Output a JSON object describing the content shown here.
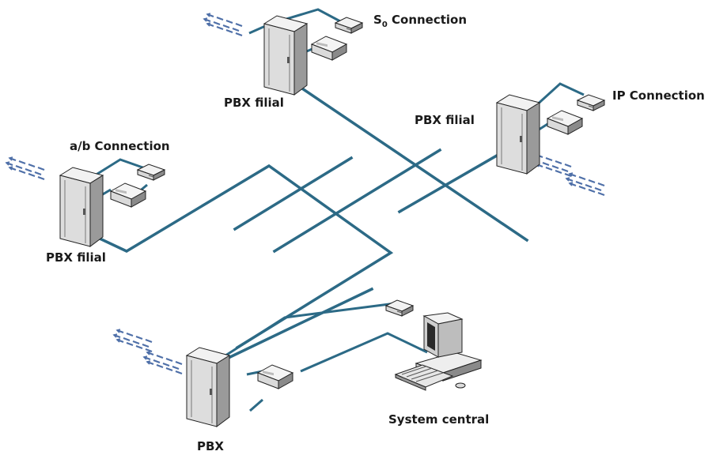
{
  "labels": {
    "s0_connection_main": "S",
    "s0_connection_sub": "0",
    "s0_connection_rest": " Connection",
    "pbx_filial_top": "PBX filial",
    "ip_connection": "IP Connection",
    "pbx_filial_right": "PBX filial",
    "ab_connection": "a/b Connection",
    "pbx_filial_left": "PBX filial",
    "system_central": "System central",
    "pbx_main": "PBX"
  },
  "colors": {
    "network_line": "#2c6a86",
    "device_face": "#dcdcdc",
    "device_shadow": "#8c8c8c",
    "traffic_arrows": "#4e6fa8",
    "background": "#ffffff"
  },
  "icons": [
    "pbx-tower-icon",
    "telephone-terminal-icon",
    "network-card-icon",
    "workstation-computer-icon",
    "traffic-arrows-icon"
  ]
}
